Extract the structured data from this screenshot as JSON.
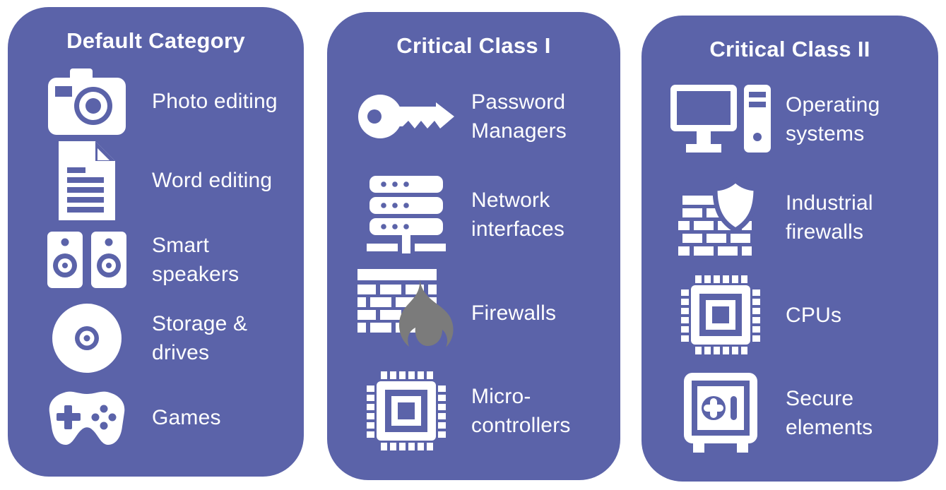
{
  "colors": {
    "card_background": "#5B63A9",
    "page_background": "#FFFFFF",
    "text": "#FFFFFF",
    "flame_gray": "#7B7B7B"
  },
  "cards": [
    {
      "title": "Default Category",
      "items": [
        {
          "icon": "camera-icon",
          "label": "Photo editing"
        },
        {
          "icon": "document-icon",
          "label": "Word editing"
        },
        {
          "icon": "speakers-icon",
          "label": "Smart\nspeakers"
        },
        {
          "icon": "disc-icon",
          "label": "Storage &\ndrives"
        },
        {
          "icon": "gamepad-icon",
          "label": "Games"
        }
      ]
    },
    {
      "title": "Critical Class I",
      "items": [
        {
          "icon": "key-icon",
          "label": "Password\nManagers"
        },
        {
          "icon": "server-icon",
          "label": "Network\ninterfaces"
        },
        {
          "icon": "firewall-flame-icon",
          "label": "Firewalls"
        },
        {
          "icon": "microchip-icon",
          "label": "Micro-\ncontrollers"
        }
      ]
    },
    {
      "title": "Critical Class II",
      "items": [
        {
          "icon": "computer-icon",
          "label": "Operating\nsystems"
        },
        {
          "icon": "firewall-shield-icon",
          "label": "Industrial\nfirewalls"
        },
        {
          "icon": "cpu-icon",
          "label": "CPUs"
        },
        {
          "icon": "safe-icon",
          "label": "Secure\nelements"
        }
      ]
    }
  ]
}
